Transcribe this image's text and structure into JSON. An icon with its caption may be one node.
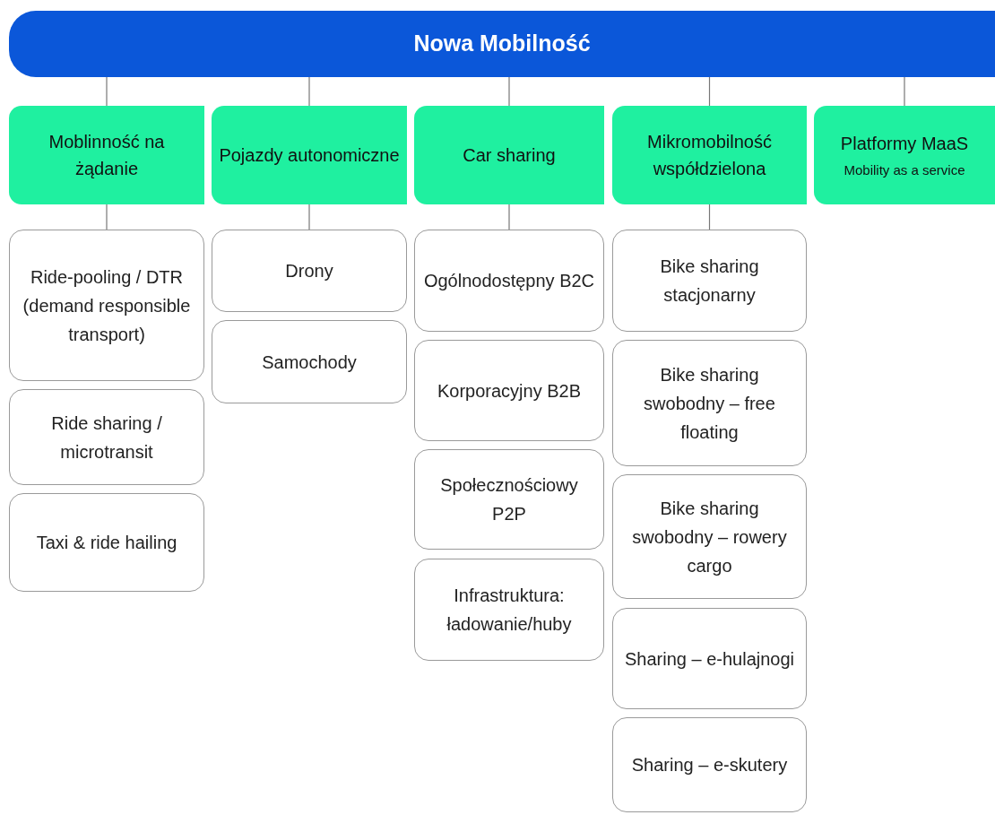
{
  "diagram": {
    "nodes": [
      {
        "text": [
          "Nowa Mobilność"
        ]
      },
      {
        "text": [
          "Moblinność na żądanie"
        ]
      },
      {
        "text": [
          "Pojazdy autonomiczne"
        ]
      },
      {
        "text": [
          "Car sharing"
        ]
      },
      {
        "text": [
          "Mikromobilność współdzielona"
        ]
      },
      {
        "text": [
          "Platformy MaaS",
          "Mobility as a service"
        ]
      },
      {
        "text": [
          "Ride-pooling / DTR (demand responsible transport)"
        ]
      },
      {
        "text": [
          "Ride sharing / microtransit"
        ]
      },
      {
        "text": [
          "Taxi & ride hailing"
        ]
      },
      {
        "text": [
          "Drony"
        ]
      },
      {
        "text": [
          "Samochody"
        ]
      },
      {
        "text": [
          "Ogólnodostępny B2C"
        ]
      },
      {
        "text": [
          "Korporacyjny B2B"
        ]
      },
      {
        "text": [
          "Społecznościowy P2P"
        ]
      },
      {
        "text": [
          "Infrastruktura: ładowanie/huby"
        ]
      },
      {
        "text": [
          "Bike sharing stacjonarny"
        ]
      },
      {
        "text": [
          "Bike sharing swobodny – free floating"
        ]
      },
      {
        "text": [
          "Bike sharing swobodny – rowery cargo"
        ]
      },
      {
        "text": [
          "Sharing – e-hulajnogi"
        ]
      },
      {
        "text": [
          "Sharing – e-skutery"
        ]
      }
    ],
    "edges": [
      {
        "from": 0,
        "to": 1,
        "arrow": "none"
      },
      {
        "from": 0,
        "to": 2,
        "arrow": "none"
      },
      {
        "from": 0,
        "to": 3,
        "arrow": "none"
      },
      {
        "from": 0,
        "to": 4,
        "arrow": "none"
      },
      {
        "from": 0,
        "to": 5,
        "arrow": "none"
      },
      {
        "from": 1,
        "to": 6,
        "arrow": "none"
      },
      {
        "from": 2,
        "to": 9,
        "arrow": "none"
      },
      {
        "from": 3,
        "to": 11,
        "arrow": "none"
      },
      {
        "from": 4,
        "to": 15,
        "arrow": "none"
      }
    ]
  }
}
